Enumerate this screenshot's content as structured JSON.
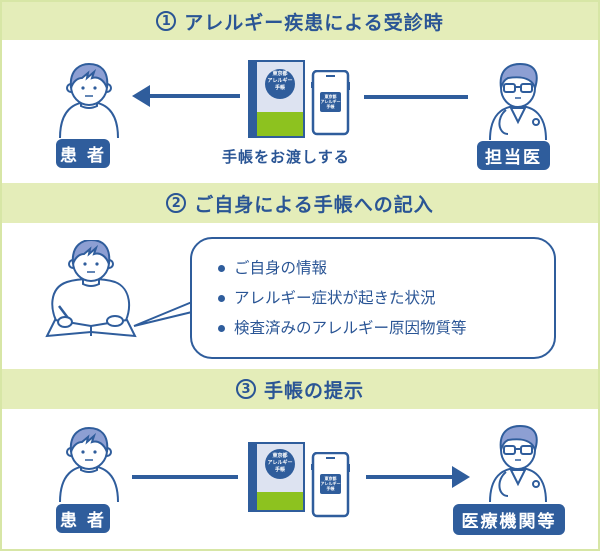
{
  "colors": {
    "primary": "#2f5d9c",
    "text": "#2a5595",
    "band_bg": "#e4edb9",
    "border": "#d7e6a6",
    "hair": "#8d9fd3",
    "book_cover": "#dde3f1",
    "book_band": "#8dc21f"
  },
  "book_icon": {
    "label_lines": [
      "東京都",
      "アレルギー",
      "手帳"
    ]
  },
  "sections": [
    {
      "number": "1",
      "title": "アレルギー疾患による受診時",
      "left_role": "患 者",
      "right_role": "担当医",
      "caption": "手帳をお渡しする",
      "arrow_direction": "left"
    },
    {
      "number": "2",
      "title": "ご自身による手帳への記入",
      "bubble_items": [
        "ご自身の情報",
        "アレルギー症状が起きた状況",
        "検査済みのアレルギー原因物質等"
      ]
    },
    {
      "number": "3",
      "title": "手帳の提示",
      "left_role": "患 者",
      "right_role": "医療機関等",
      "arrow_direction": "right"
    }
  ]
}
